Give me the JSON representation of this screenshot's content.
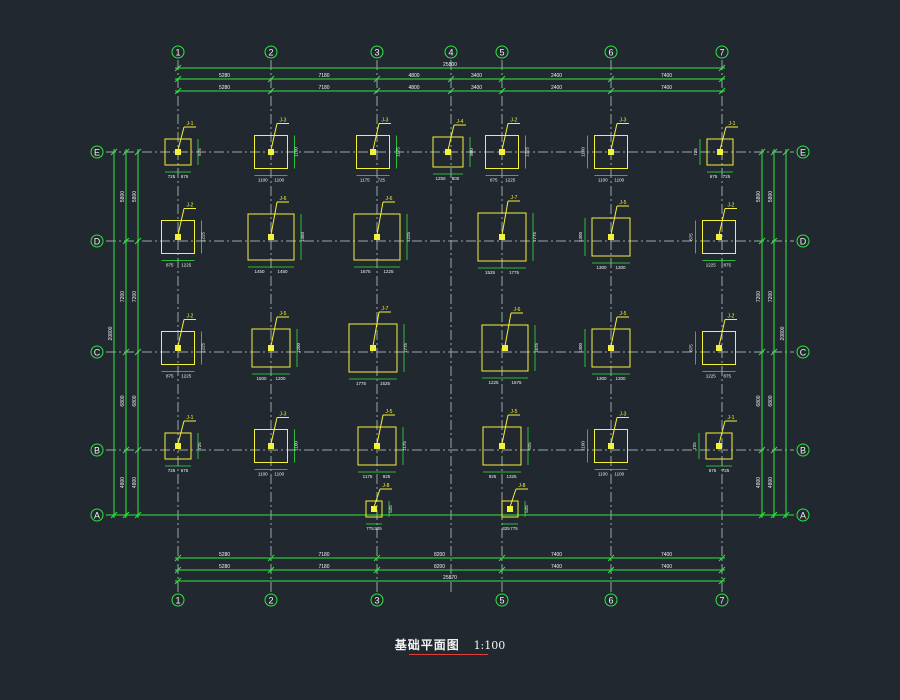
{
  "colors": {
    "background": "#212830",
    "grid_line": "#9aa3ad",
    "dimension": "#2ee83e",
    "bubble": "#2ee83e",
    "footing": "#f2f23a",
    "column": "#f2f23a",
    "tag": "#f2f23a",
    "label": "#f2f2f2",
    "title_underline": "#e0403a"
  },
  "title": {
    "name": "基础平面图",
    "scale": "1:100"
  },
  "axes": {
    "vertical_top": [
      "1",
      "2",
      "3",
      "4",
      "5",
      "6",
      "7"
    ],
    "vertical_bottom": [
      "1",
      "2",
      "3",
      "5",
      "6",
      "7"
    ],
    "horizontal": [
      "E",
      "D",
      "C",
      "B",
      "A"
    ]
  },
  "dimensions": {
    "top_total": "25800",
    "top_row1": [
      "5280",
      "7180",
      "4800",
      "3400",
      "2400",
      "7400"
    ],
    "top_row2": [
      "5280",
      "7180",
      "4800",
      "3400",
      "2400",
      "7400"
    ],
    "bottom_row1": [
      "5280",
      "7180",
      "8200",
      "7400",
      "7400"
    ],
    "bottom_row2": [
      "5280",
      "7180",
      "8200",
      "7400",
      "7400"
    ],
    "bottom_total": "25870",
    "left_outer": "20800",
    "left_mid": [
      "5800",
      "7200",
      "6800",
      "4800"
    ],
    "left_inner": [
      "5800",
      "7200",
      "6800",
      "4800"
    ],
    "right_outer": "20800",
    "right_mid": [
      "5800",
      "7200",
      "6800",
      "4800"
    ],
    "right_inner": [
      "5800",
      "7200",
      "6800",
      "4800"
    ]
  },
  "footings": {
    "E": [
      {
        "tag": "J-1",
        "dims": [
          "725",
          "675"
        ],
        "side": "675"
      },
      {
        "tag": "J-3",
        "dims": [
          "1100",
          "1100"
        ],
        "side": "1100"
      },
      {
        "tag": "J-3",
        "dims": [
          "1175",
          "725"
        ],
        "side": "1175"
      },
      {
        "tag": "J-4",
        "dims": [
          "1250",
          "800"
        ],
        "side": "800"
      },
      {
        "tag": "J-2",
        "dims": [
          "875",
          "1225"
        ],
        "side": "1225"
      },
      {
        "tag": "J-3",
        "dims": [
          "1100",
          "1100"
        ],
        "side": "1100"
      },
      {
        "tag": "J-1",
        "dims": [
          "675",
          "725"
        ],
        "side": "725"
      }
    ],
    "D": [
      {
        "tag": "J-2",
        "dims": [
          "875",
          "1225"
        ],
        "side": "1225"
      },
      {
        "tag": "J-6",
        "dims": [
          "1450",
          "1450"
        ],
        "side": "1450"
      },
      {
        "tag": "J-6",
        "dims": [
          "1675",
          "1225"
        ],
        "side": "1225"
      },
      {
        "tag": "J-7",
        "dims": [
          "1525",
          "1775"
        ],
        "side": "1775"
      },
      {
        "tag": "J-5",
        "dims": [
          "1300",
          "1300"
        ],
        "side": "1300"
      },
      {
        "tag": "J-2",
        "dims": [
          "1225",
          "875"
        ],
        "side": "875"
      }
    ],
    "C": [
      {
        "tag": "J-2",
        "dims": [
          "875",
          "1225"
        ],
        "side": "1225"
      },
      {
        "tag": "J-5",
        "dims": [
          "1500",
          "1200"
        ],
        "side": "1200"
      },
      {
        "tag": "J-7",
        "dims": [
          "1775",
          "1525"
        ],
        "side": "1775"
      },
      {
        "tag": "J-6",
        "dims": [
          "1225",
          "1675"
        ],
        "side": "1675"
      },
      {
        "tag": "J-5",
        "dims": [
          "1300",
          "1300"
        ],
        "side": "1300"
      },
      {
        "tag": "J-2",
        "dims": [
          "1225",
          "875"
        ],
        "side": "875"
      }
    ],
    "B": [
      {
        "tag": "J-1",
        "dims": [
          "725",
          "675"
        ],
        "side": "725"
      },
      {
        "tag": "J-3",
        "dims": [
          "1100",
          "1100"
        ],
        "side": "1100"
      },
      {
        "tag": "J-5",
        "dims": [
          "1175",
          "925"
        ],
        "side": "1175"
      },
      {
        "tag": "J-5",
        "dims": [
          "925",
          "1325"
        ],
        "side": "925"
      },
      {
        "tag": "J-3",
        "dims": [
          "1100",
          "1100"
        ],
        "side": "1100"
      },
      {
        "tag": "J-1",
        "dims": [
          "675",
          "725"
        ],
        "side": "725"
      }
    ],
    "A": [
      {
        "tag": "J-8",
        "dims": [
          "775",
          "325"
        ],
        "side": "525"
      },
      {
        "tag": "J-8",
        "dims": [
          "325",
          "775"
        ],
        "side": "525"
      }
    ]
  }
}
